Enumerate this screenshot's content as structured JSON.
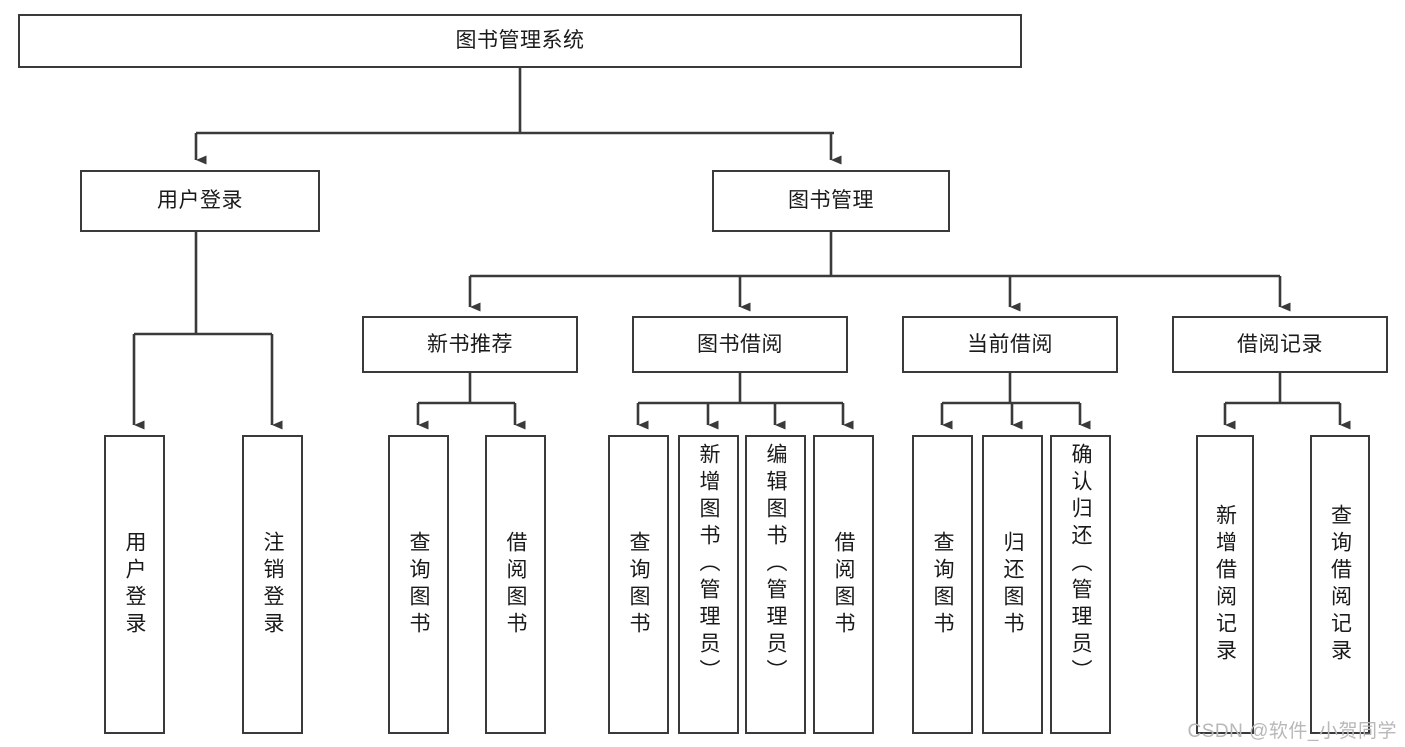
{
  "diagram": {
    "title": "图书管理系统",
    "type": "tree-hierarchy-diagram",
    "root": {
      "label": "图书管理系统"
    },
    "level2": [
      {
        "label": "用户登录"
      },
      {
        "label": "图书管理"
      }
    ],
    "level3": [
      {
        "label": "新书推荐"
      },
      {
        "label": "图书借阅"
      },
      {
        "label": "当前借阅"
      },
      {
        "label": "借阅记录"
      }
    ],
    "leaves": {
      "user_login": [
        {
          "label": "用户登录"
        },
        {
          "label": "注销登录"
        }
      ],
      "new_book_recommend": [
        {
          "label": "查询图书"
        },
        {
          "label": "借阅图书"
        }
      ],
      "book_borrow": [
        {
          "label": "查询图书"
        },
        {
          "label": "新增图书（管理员）"
        },
        {
          "label": "编辑图书（管理员）"
        },
        {
          "label": "借阅图书"
        }
      ],
      "current_borrow": [
        {
          "label": "查询图书"
        },
        {
          "label": "归还图书"
        },
        {
          "label": "确认归还（管理员）"
        }
      ],
      "borrow_record": [
        {
          "label": "新增借阅记录"
        },
        {
          "label": "查询借阅记录"
        }
      ]
    }
  },
  "watermark": {
    "text": "CSDN @软件_小贺同学"
  },
  "colors": {
    "stroke": "#3a3a3a",
    "box_fill": "#ffffff",
    "text": "#1a1a1a",
    "watermark": "#b8b8b8"
  }
}
